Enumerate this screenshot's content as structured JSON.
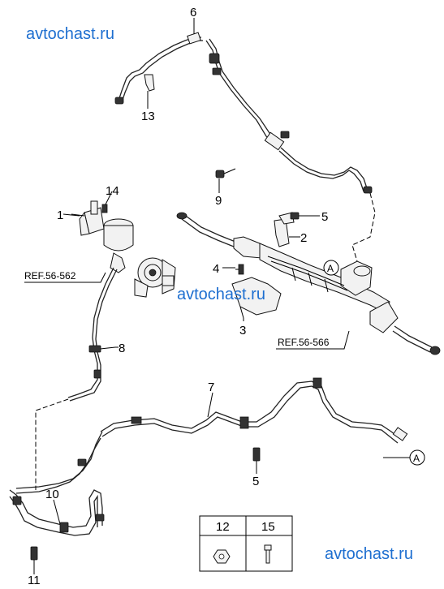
{
  "watermarks": [
    "avtochast.ru",
    "avtochast.ru",
    "avtochast.ru"
  ],
  "callouts": {
    "p1": "1",
    "p2": "2",
    "p3": "3",
    "p4": "4",
    "p5a": "5",
    "p5b": "5",
    "p6": "6",
    "p7": "7",
    "p8": "8",
    "p9": "9",
    "p10": "10",
    "p11": "11",
    "p13": "13",
    "p14": "14"
  },
  "refs": {
    "ref_pump": "REF.56-562",
    "ref_gear": "REF.56-566"
  },
  "markers": {
    "a1": "A",
    "a2": "A"
  },
  "legend": {
    "col1": "12",
    "col2": "15"
  }
}
